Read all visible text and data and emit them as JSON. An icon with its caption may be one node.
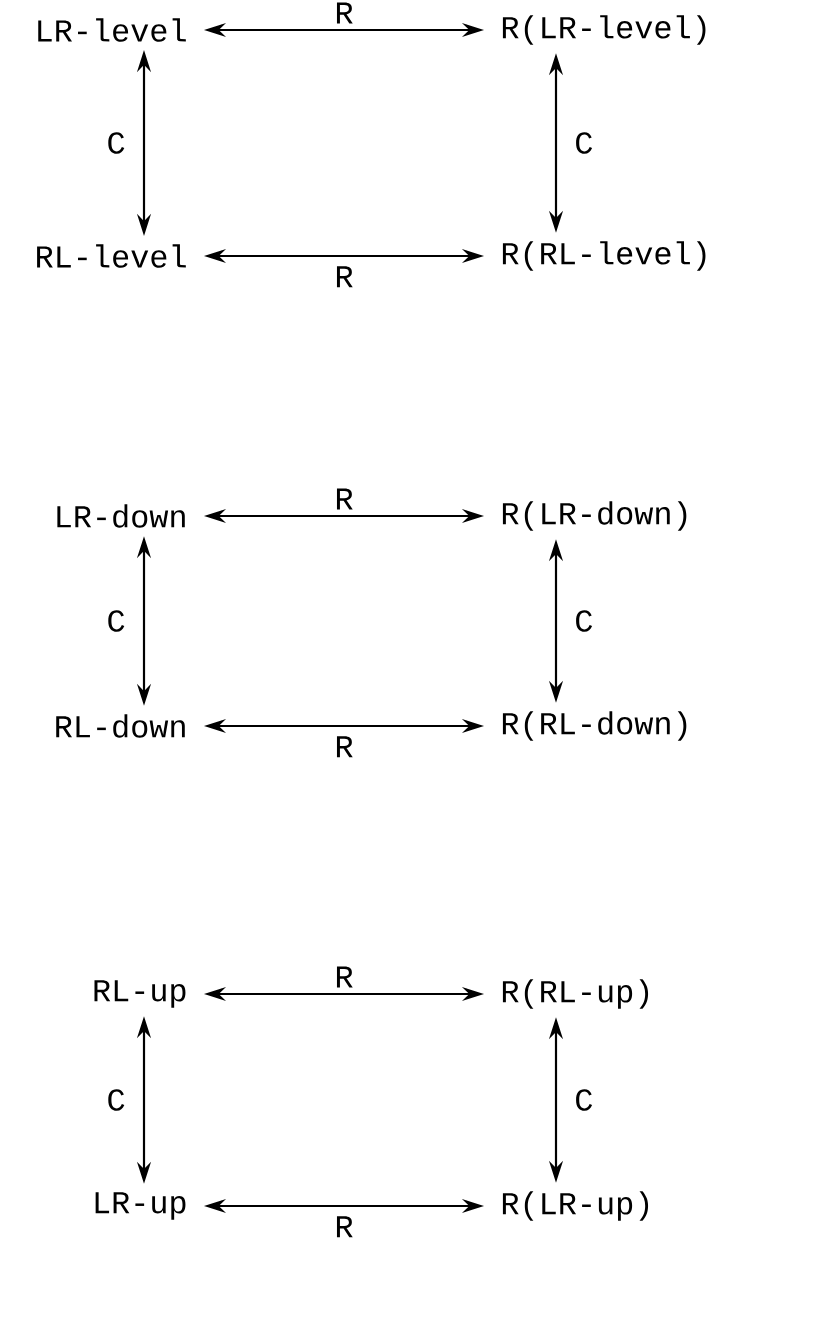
{
  "diagram": {
    "nodes": [
      {
        "text": [
          "LR-level"
        ]
      },
      {
        "text": [
          "R(LR-level)"
        ]
      },
      {
        "text": [
          "RL-level"
        ]
      },
      {
        "text": [
          "R(RL-level)"
        ]
      },
      {
        "text": [
          "LR-down"
        ]
      },
      {
        "text": [
          "R(LR-down)"
        ]
      },
      {
        "text": [
          "RL-down"
        ]
      },
      {
        "text": [
          "R(RL-down)"
        ]
      },
      {
        "text": [
          "RL-up"
        ]
      },
      {
        "text": [
          "R(RL-up)"
        ]
      },
      {
        "text": [
          "LR-up"
        ]
      },
      {
        "text": [
          "R(LR-up)"
        ]
      }
    ],
    "edges": [
      {
        "from": 0,
        "to": 1,
        "arrow": "both",
        "label": "R"
      },
      {
        "from": 0,
        "to": 2,
        "arrow": "both",
        "label": "C"
      },
      {
        "from": 1,
        "to": 3,
        "arrow": "both",
        "label": "C"
      },
      {
        "from": 2,
        "to": 3,
        "arrow": "both",
        "label": "R"
      },
      {
        "from": 4,
        "to": 5,
        "arrow": "both",
        "label": "R"
      },
      {
        "from": 4,
        "to": 6,
        "arrow": "both",
        "label": "C"
      },
      {
        "from": 5,
        "to": 7,
        "arrow": "both",
        "label": "C"
      },
      {
        "from": 6,
        "to": 7,
        "arrow": "both",
        "label": "R"
      },
      {
        "from": 8,
        "to": 9,
        "arrow": "both",
        "label": "R"
      },
      {
        "from": 8,
        "to": 10,
        "arrow": "both",
        "label": "C"
      },
      {
        "from": 9,
        "to": 11,
        "arrow": "both",
        "label": "C"
      },
      {
        "from": 10,
        "to": 11,
        "arrow": "both",
        "label": "R"
      }
    ]
  }
}
